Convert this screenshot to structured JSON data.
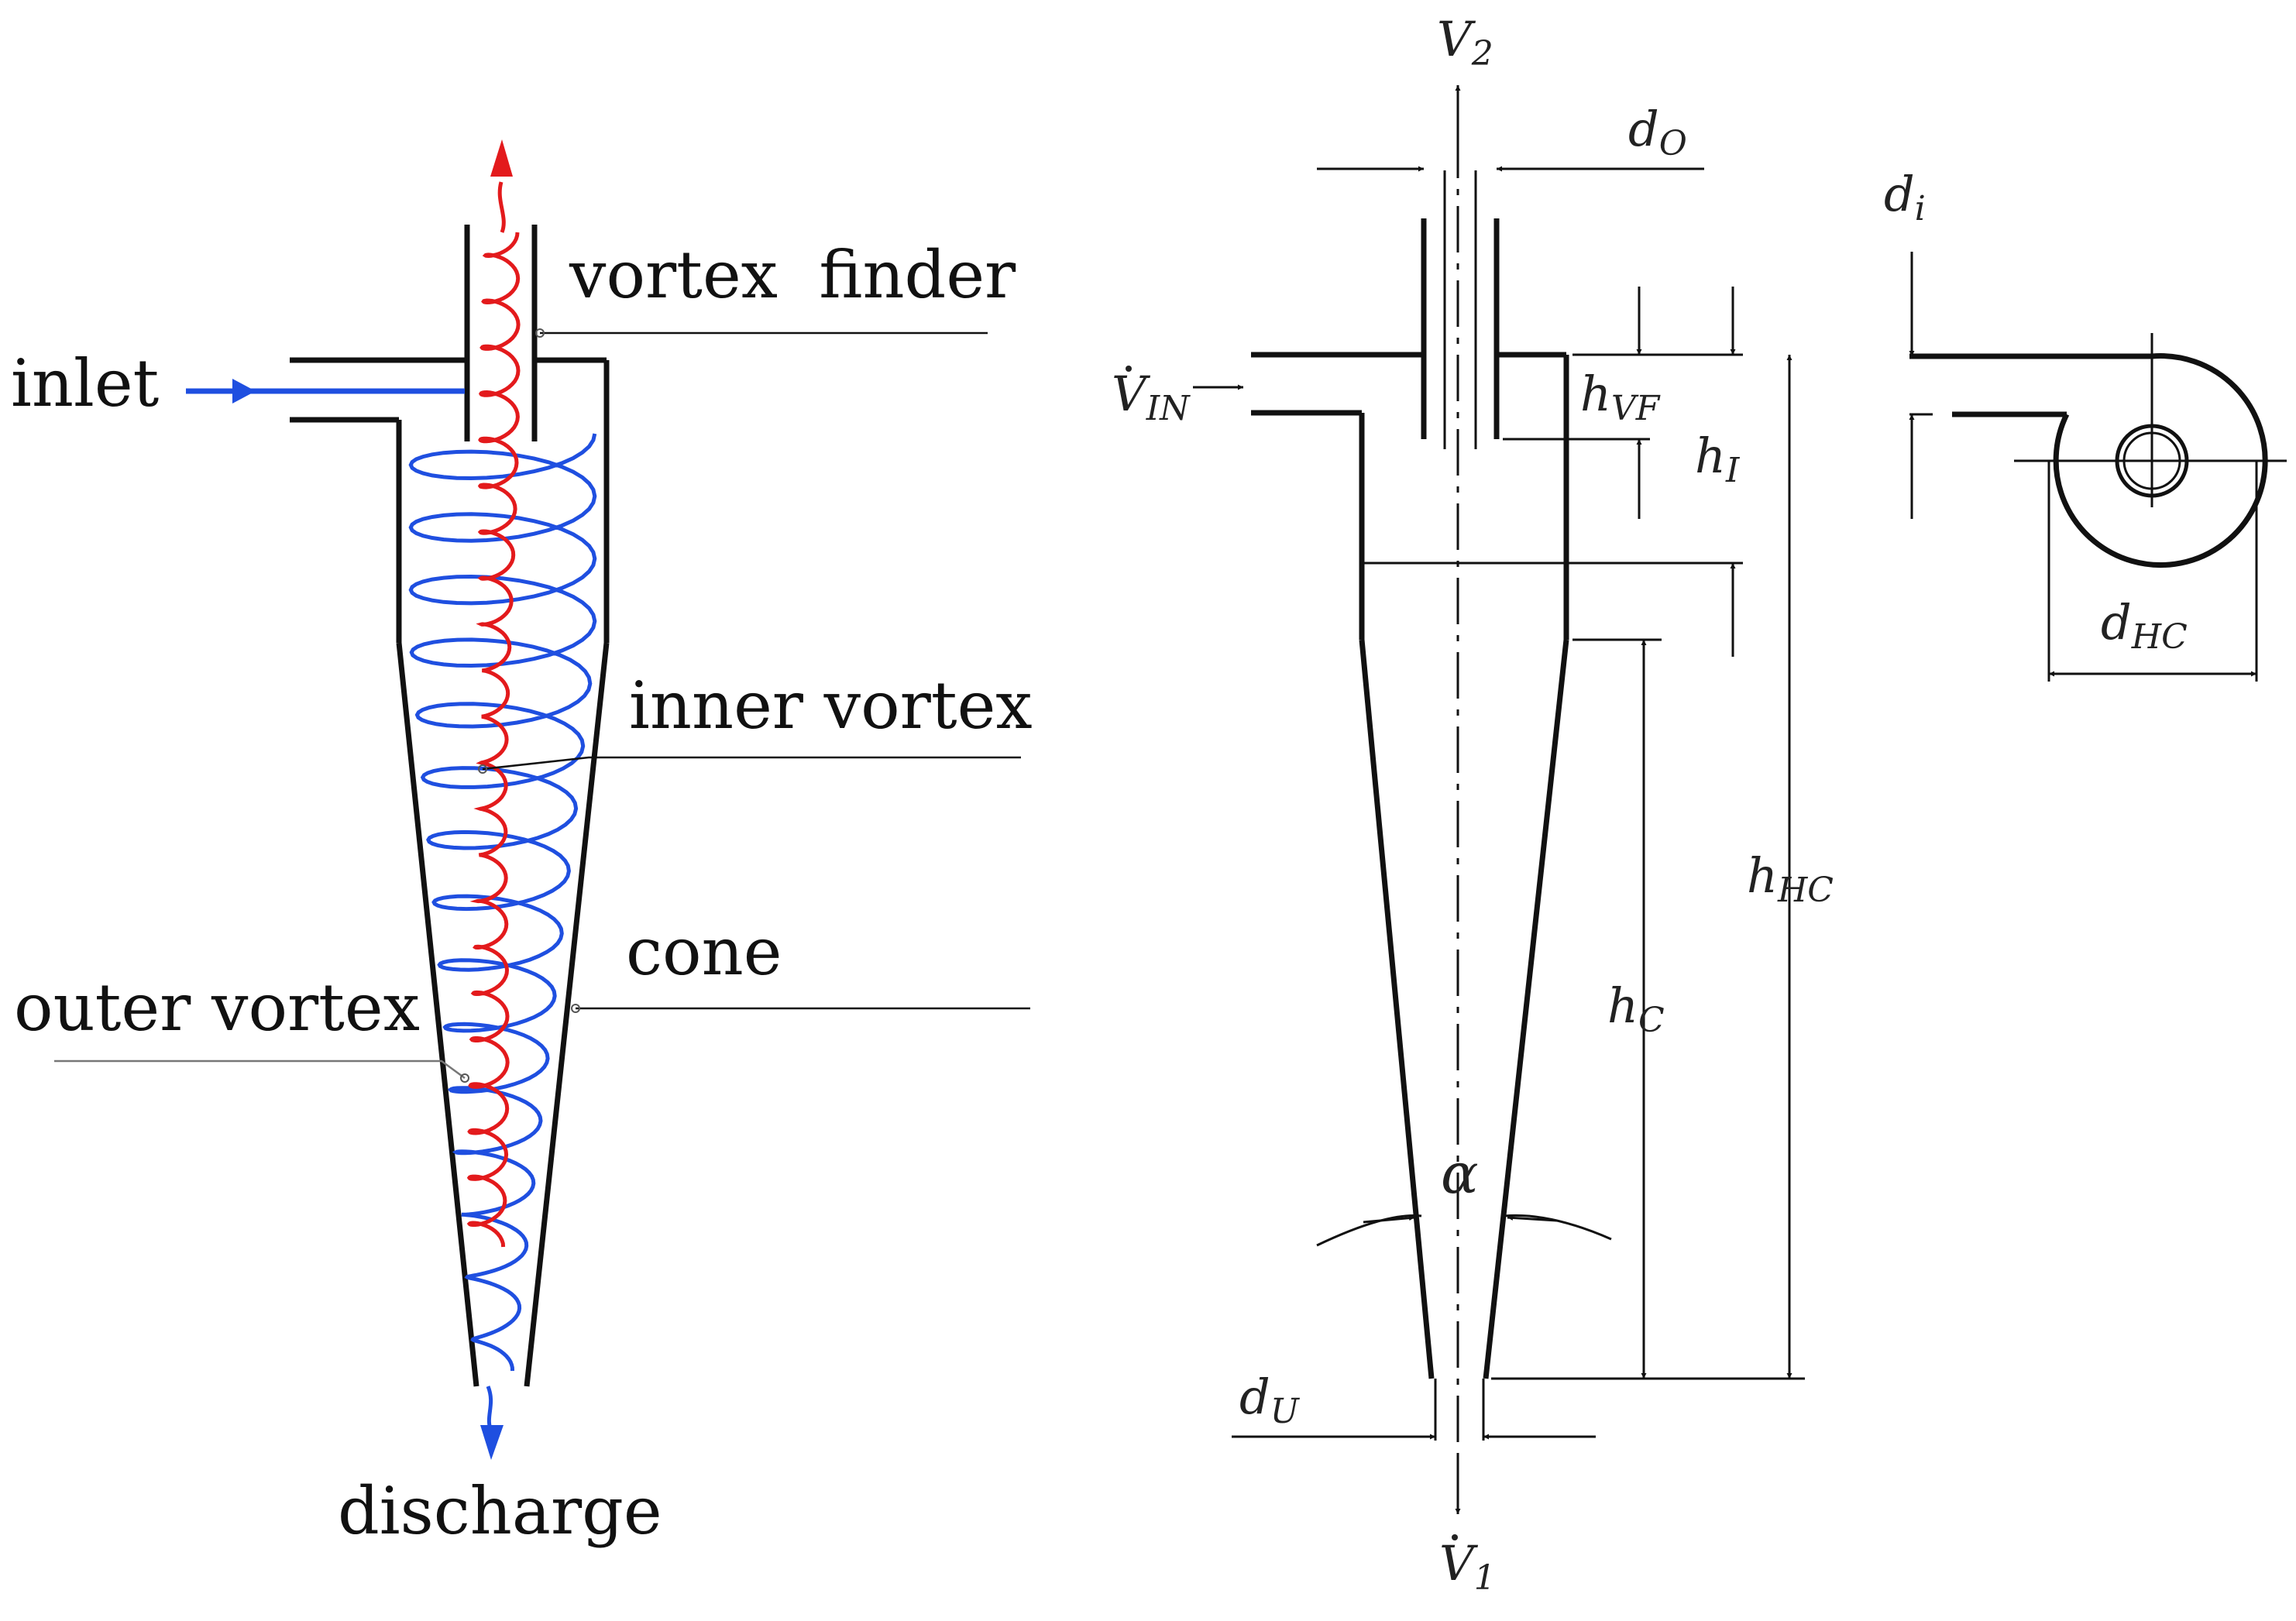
{
  "cyclone": {
    "labels": {
      "inlet": "inlet",
      "vortex_finder": "vortex  finder",
      "inner_vortex": "inner vortex",
      "cone": "cone",
      "outer_vortex": "outer vortex",
      "discharge": "discharge"
    },
    "colors": {
      "inner_flow": "#e31a1c",
      "outer_flow": "#1f4fe0",
      "wall": "#111111"
    }
  },
  "dimensions": {
    "V2": {
      "base": "V",
      "sub": "2"
    },
    "V1": {
      "base": "V",
      "sub": "1"
    },
    "VIN": {
      "base": "V",
      "sub": "IN"
    },
    "dO": {
      "base": "d",
      "sub": "O"
    },
    "di": {
      "base": "d",
      "sub": "i"
    },
    "hVF": {
      "base": "h",
      "sub": "VF"
    },
    "hI": {
      "base": "h",
      "sub": "I"
    },
    "hHC": {
      "base": "h",
      "sub": "HC"
    },
    "hC": {
      "base": "h",
      "sub": "C"
    },
    "dHC": {
      "base": "d",
      "sub": "HC"
    },
    "dU": {
      "base": "d",
      "sub": "U"
    },
    "alpha": "α"
  }
}
